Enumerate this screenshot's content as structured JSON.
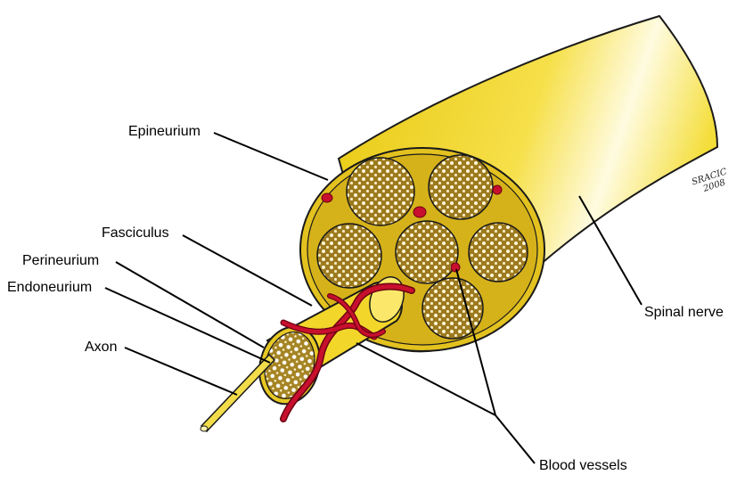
{
  "labels": {
    "epineurium": "Epineurium",
    "fasciculus": "Fasciculus",
    "perineurium": "Perineurium",
    "endoneurium": "Endoneurium",
    "axon": "Axon",
    "spinal_nerve": "Spinal nerve",
    "blood_vessels": "Blood vessels"
  },
  "signature": {
    "line1": "SRACIC",
    "line2": "2008"
  },
  "colors": {
    "nerve": "#f0d21a",
    "nerve_highlight": "#fffbe0",
    "fascicle": "#a08020",
    "vessel": "#c8102e",
    "outline": "#1a1a1a"
  }
}
